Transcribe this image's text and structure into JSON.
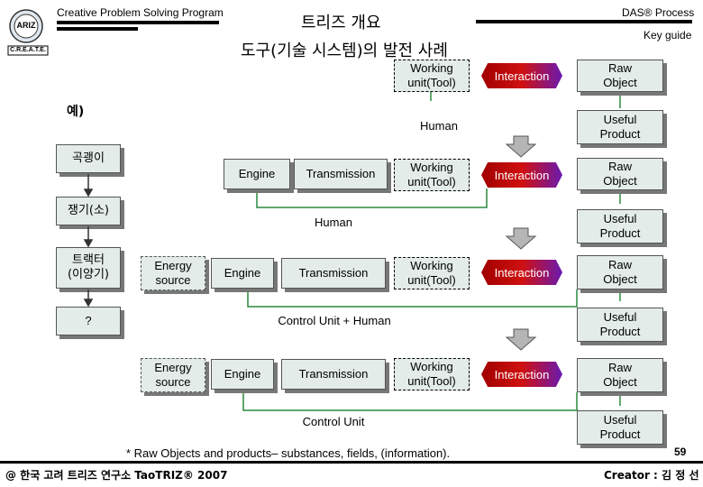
{
  "header": {
    "program": "Creative Problem Solving Program",
    "process": "DAS® Process",
    "title": "트리즈 개요",
    "key_guide": "Key guide",
    "subtitle": "도구(기술 시스템)의 발전 사례"
  },
  "logo": {
    "top": "ARIZ",
    "bottom": "C.R.E.A.T.E."
  },
  "example_label": "예)",
  "tools": [
    "곡괭이",
    "쟁기(소)",
    "트랙터\n(이양기)",
    "?"
  ],
  "row0": {
    "working": "Working\nunit(Tool)",
    "interaction": "Interaction",
    "raw": "Raw\nObject",
    "human": "Human",
    "useful": "Useful\nProduct"
  },
  "row1": {
    "engine": "Engine",
    "transmission": "Transmission",
    "working": "Working\nunit(Tool)",
    "interaction": "Interaction",
    "raw": "Raw\nObject",
    "human": "Human",
    "useful": "Useful\nProduct"
  },
  "row2": {
    "energy": "Energy\nsource",
    "engine": "Engine",
    "transmission": "Transmission",
    "working": "Working\nunit(Tool)",
    "interaction": "Interaction",
    "raw": "Raw\nObject",
    "control": "Control Unit + Human",
    "useful": "Useful\nProduct"
  },
  "row3": {
    "energy": "Energy\nsource",
    "engine": "Engine",
    "transmission": "Transmission",
    "working": "Working\nunit(Tool)",
    "interaction": "Interaction",
    "raw": "Raw\nObject",
    "control": "Control Unit",
    "useful": "Useful\nProduct"
  },
  "footnote": "* Raw Objects and products– substances, fields, (information).",
  "page_number": "59",
  "footer": {
    "left": "@ 한국 고려 트리즈 연구소 TaoTRIZ® 2007",
    "right": "Creator : 김 정 선"
  },
  "colors": {
    "interaction_start": "#a00000",
    "interaction_end": "#6a1ab0",
    "connector": "#2b8a3e",
    "box_fill": "#e3ece8"
  }
}
